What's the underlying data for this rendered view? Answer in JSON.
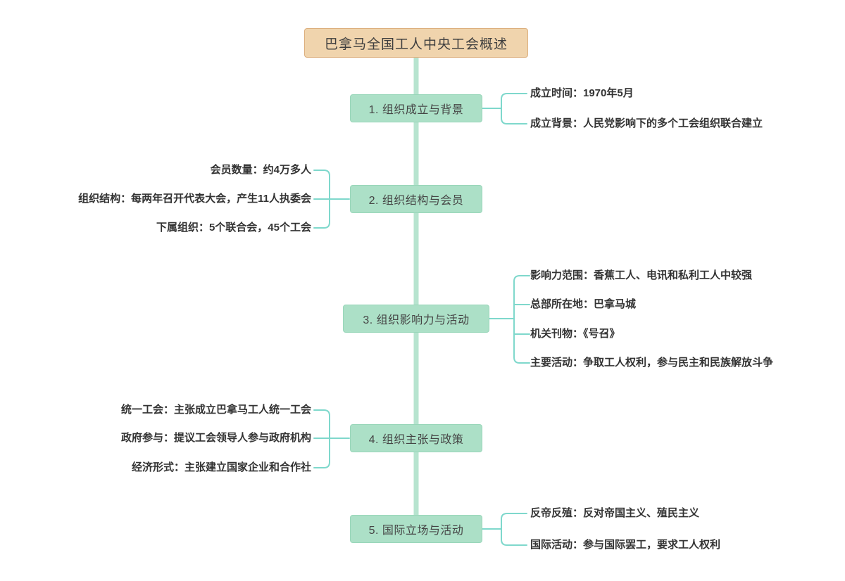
{
  "root": {
    "label": "巴拿马全国工人中央工会概述"
  },
  "colors": {
    "root_fill": "#F0D4AD",
    "root_border": "#DCAF7E",
    "section_fill": "#ACE0C7",
    "section_border": "#98D6B9",
    "spine_line": "#B7E4CF",
    "branch_line": "#7FD8CC",
    "node_text": "#454545",
    "leaf_text": "#333333"
  },
  "sections": [
    {
      "label": "1. 组织成立与背景",
      "side": "right",
      "leaves": [
        "成立时间：1970年5月",
        "成立背景：人民党影响下的多个工会组织联合建立"
      ]
    },
    {
      "label": "2. 组织结构与会员",
      "side": "left",
      "leaves": [
        "会员数量：约4万多人",
        "组织结构：每两年召开代表大会，产生11人执委会",
        "下属组织：5个联合会，45个工会"
      ]
    },
    {
      "label": "3. 组织影响力与活动",
      "side": "right",
      "leaves": [
        "影响力范围：香蕉工人、电讯和私利工人中较强",
        "总部所在地：巴拿马城",
        "机关刊物：《号召》",
        "主要活动：争取工人权利，参与民主和民族解放斗争"
      ]
    },
    {
      "label": "4. 组织主张与政策",
      "side": "left",
      "leaves": [
        "统一工会：主张成立巴拿马工人统一工会",
        "政府参与：提议工会领导人参与政府机构",
        "经济形式：主张建立国家企业和合作社"
      ]
    },
    {
      "label": "5. 国际立场与活动",
      "side": "right",
      "leaves": [
        "反帝反殖：反对帝国主义、殖民主义",
        "国际活动：参与国际罢工，要求工人权利"
      ]
    }
  ]
}
